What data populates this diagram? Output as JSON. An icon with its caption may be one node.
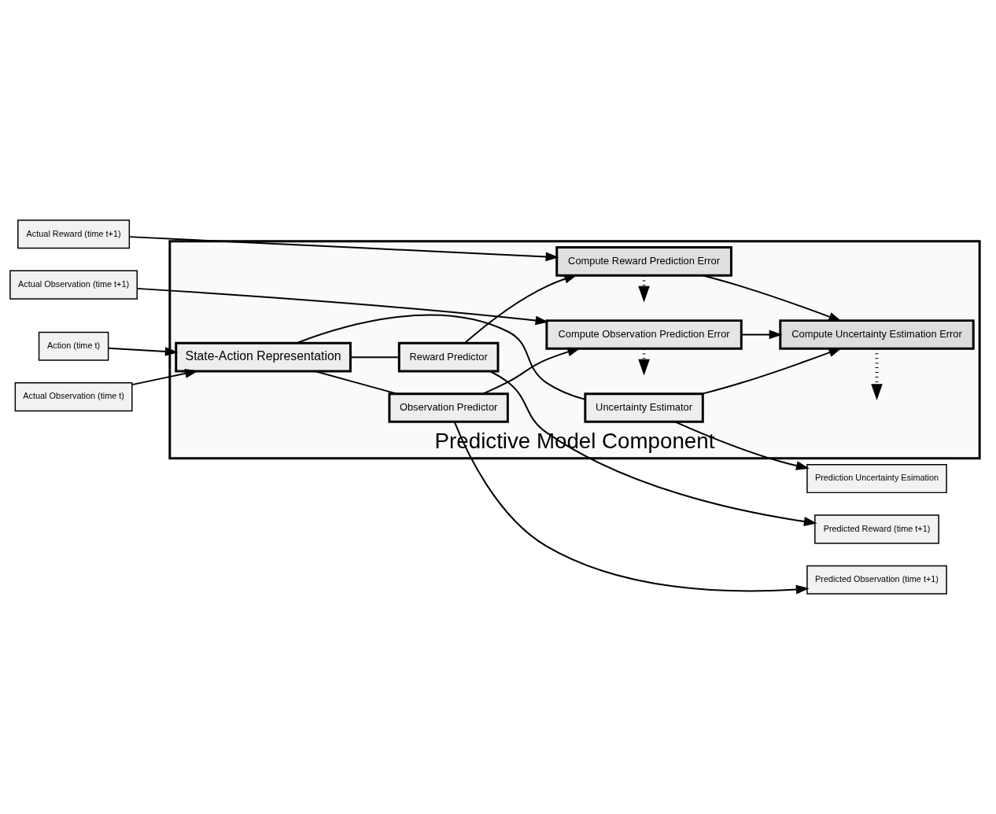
{
  "diagram": {
    "nodes": [
      {
        "text": [
          "Predictive Model Component"
        ]
      },
      {
        "text": [
          "Actual Observation (time t)"
        ]
      },
      {
        "text": [
          "Action (time t)"
        ]
      },
      {
        "text": [
          "Actual Observation (time t+1)"
        ]
      },
      {
        "text": [
          "Actual Reward (time t+1)"
        ]
      },
      {
        "text": [
          "State-Action Representation"
        ],
        "in": 0
      },
      {
        "text": [
          "Observation Predictor"
        ],
        "in": 0
      },
      {
        "text": [
          "Reward Predictor"
        ],
        "in": 0
      },
      {
        "text": [
          "Uncertainty Estimator"
        ],
        "in": 0
      },
      {
        "text": [
          "Compute Observation Prediction Error"
        ],
        "in": 0
      },
      {
        "text": [
          "Compute Reward Prediction Error"
        ],
        "in": 0
      },
      {
        "text": [
          "Compute Uncertainty Estimation Error"
        ],
        "in": 0
      },
      {
        "text": [
          "Predicted Observation (time t+1)"
        ]
      },
      {
        "text": [
          "Predicted Reward (time t+1)"
        ]
      },
      {
        "text": [
          "Prediction Uncertainty Esimation"
        ]
      }
    ],
    "edges": [
      {
        "from": 1,
        "to": 5,
        "arrow": "to"
      },
      {
        "from": 2,
        "to": 5,
        "arrow": "to"
      },
      {
        "from": 5,
        "to": 6,
        "arrow": "none"
      },
      {
        "from": 5,
        "to": 7,
        "arrow": "none"
      },
      {
        "from": 5,
        "to": 8,
        "arrow": "none"
      },
      {
        "from": 6,
        "to": 12,
        "arrow": "to"
      },
      {
        "from": 6,
        "to": 9,
        "arrow": "to"
      },
      {
        "from": 7,
        "to": 13,
        "arrow": "to"
      },
      {
        "from": 7,
        "to": 10,
        "arrow": "to"
      },
      {
        "from": 8,
        "to": 14,
        "arrow": "to"
      },
      {
        "from": 8,
        "to": 11,
        "arrow": "to"
      },
      {
        "from": 3,
        "to": 9,
        "arrow": "to"
      },
      {
        "from": 4,
        "to": 10,
        "arrow": "to"
      },
      {
        "from": 9,
        "to": 11,
        "arrow": "to"
      },
      {
        "from": 10,
        "to": 11,
        "arrow": "to"
      },
      {
        "from": 9,
        "to": null,
        "arrow": "to",
        "style": "dashed"
      },
      {
        "from": 10,
        "to": null,
        "arrow": "to",
        "style": "dashed"
      },
      {
        "from": 11,
        "to": null,
        "arrow": "to",
        "style": "dashed"
      }
    ]
  }
}
